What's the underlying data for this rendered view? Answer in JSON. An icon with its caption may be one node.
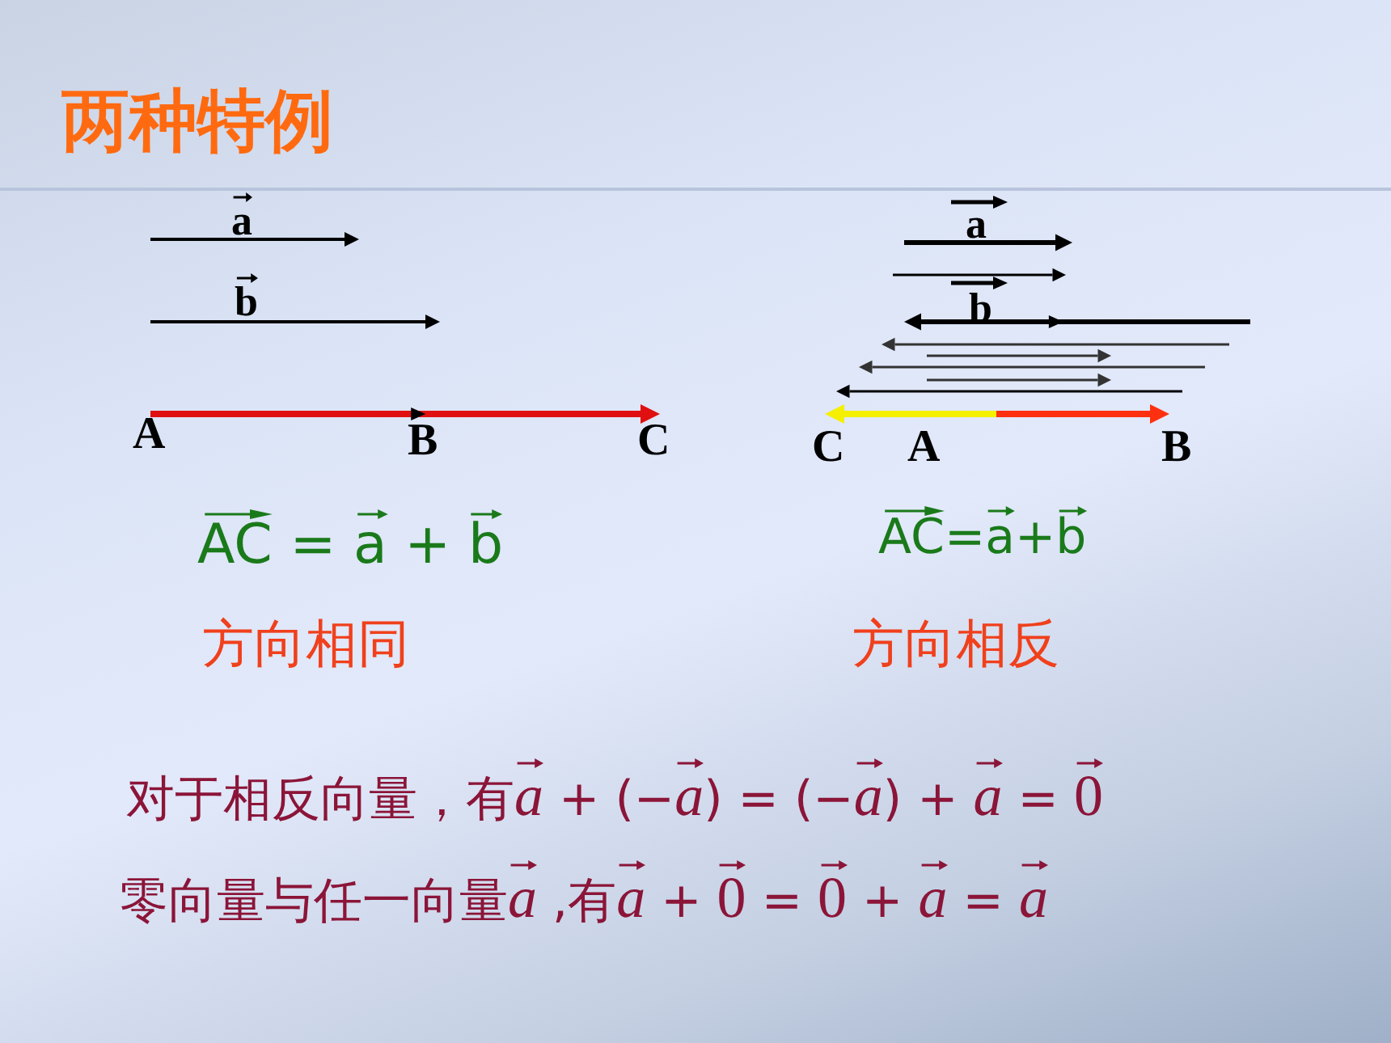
{
  "diagram": {
    "title": "两种特例",
    "labels": [
      "a",
      "b",
      "A",
      "B",
      "C",
      "AC = a + b",
      "a",
      "b",
      "C",
      "A",
      "B",
      "AC=a+b",
      "方向相同",
      "方向相反",
      "对于相反向量，有a + (−a) = (−a) + a = 0",
      "零向量与任一向量a ,有a + 0 = 0 + a = a"
    ]
  }
}
